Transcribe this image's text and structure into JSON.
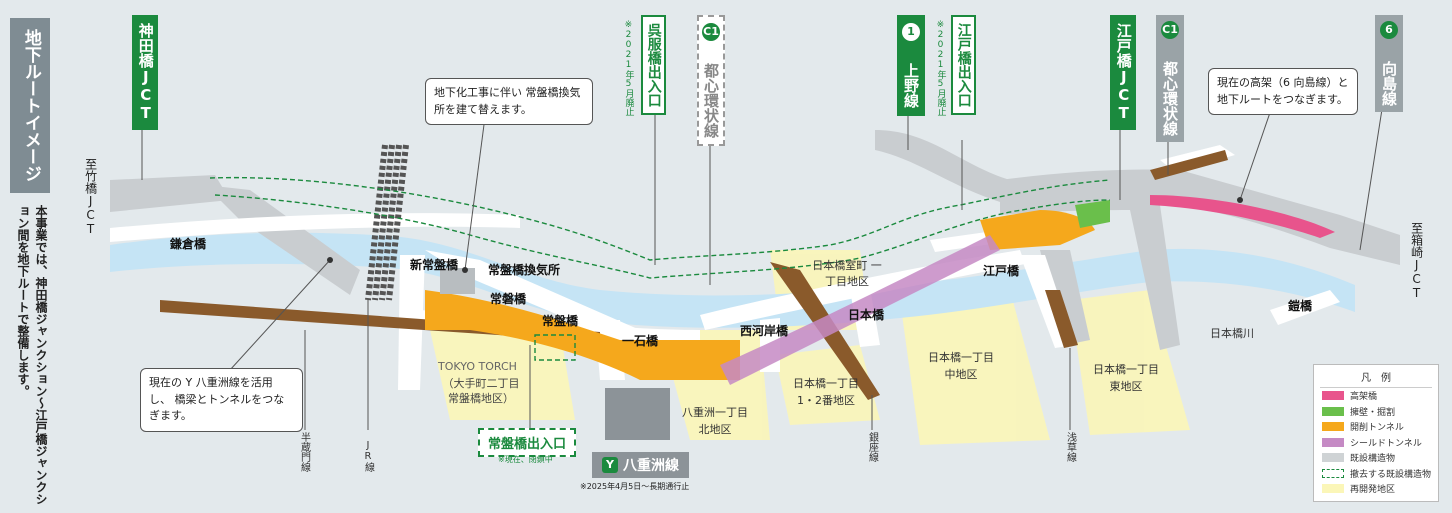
{
  "title": "地下ルートイメージ",
  "description": "本事業では、神田橋ジャンクション〜江戸橋ジャンクション間を地下ルートで整備します。",
  "tags": {
    "kandabashi_jct": "神田橋JCT",
    "gofukubashi": {
      "name": "呉服橋出入口",
      "note": "※2021年5月廃止"
    },
    "c1_left": {
      "badge": "C1",
      "name": "都心環状線"
    },
    "ueno": {
      "badge": "1",
      "name": "上野線"
    },
    "edobashi_ramp": {
      "name": "江戸橋出入口",
      "note": "※2021年5月廃止"
    },
    "edobashi_jct": "江戸橋JCT",
    "c1_right": {
      "badge": "C1",
      "name": "都心環状線"
    },
    "mukojima": {
      "badge": "6",
      "name": "向島線"
    }
  },
  "edges": {
    "takebashi": "至竹橋JCT",
    "hakozaki": "至箱崎JCT"
  },
  "callouts": {
    "ventilation": "地下化工事に伴い 常盤橋換気所を建て替えます。",
    "elevated": "現在の高架（6 向島線）と 地下ルートをつなぎます。",
    "yaesu": "現在の Y 八重洲線を活用し、 橋梁とトンネルをつなぎます。"
  },
  "places": {
    "kamakurabashi": "鎌倉橋",
    "shin_tokiwabashi": "新常盤橋",
    "tokiwabashi_vent": "常盤橋換気所",
    "jobanbashi": "常磐橋",
    "tokiwabashi": "常盤橋",
    "ikkokubashi": "一石橋",
    "nishikawagishibashi": "西河岸橋",
    "muromachi": "日本橋室町 一丁目地区",
    "nihonbashi": "日本橋",
    "edobashi": "江戸橋",
    "yoroibashi": "鎧橋",
    "nihonbashigawa": "日本橋川",
    "tokyo_torch": "TOKYO TORCH",
    "tokyo_torch_sub": "（大手町二丁目 常盤橋地区）",
    "yaesu_north": "八重洲一丁目 北地区",
    "nihonbashi_12": "日本橋一丁目 1・2番地区",
    "nihonbashi_naka": "日本橋一丁目 中地区",
    "nihonbashi_higashi": "日本橋一丁目 東地区"
  },
  "lines": {
    "hanzomon": "半蔵門線",
    "jr": "JR線",
    "ginza": "銀座線",
    "asakusa": "浅草線"
  },
  "tokiwabashi_ramp": {
    "name": "常盤橋出入口",
    "note": "※現在、閉鎖中"
  },
  "yaesu_line": {
    "badge": "Y",
    "name": "八重洲線",
    "note": "※2025年4月5日〜長期通行止"
  },
  "legend": {
    "title": "凡　例",
    "items": [
      {
        "label": "高架橋",
        "color": "#e8548c",
        "style": "solid"
      },
      {
        "label": "擁壁・掘割",
        "color": "#6abf4b",
        "style": "solid"
      },
      {
        "label": "開削トンネル",
        "color": "#f5a81c",
        "style": "solid"
      },
      {
        "label": "シールドトンネル",
        "color": "#c58ac4",
        "style": "solid"
      },
      {
        "label": "既設構造物",
        "color": "#cfd3d5",
        "style": "solid"
      },
      {
        "label": "撤去する既設構造物",
        "color": "#1b8a3e",
        "style": "dashed"
      },
      {
        "label": "再開発地区",
        "color": "#fbf6b8",
        "style": "solid"
      }
    ]
  },
  "colors": {
    "river": "#c5e4f5",
    "tunnel": "#f5a81c",
    "shield": "#c58ac4",
    "elevated": "#e8548c",
    "green": "#1b8a3e",
    "existing": "#c9cdd0",
    "redevelop": "#fbf6b8",
    "title_bg": "#7f8c93"
  }
}
